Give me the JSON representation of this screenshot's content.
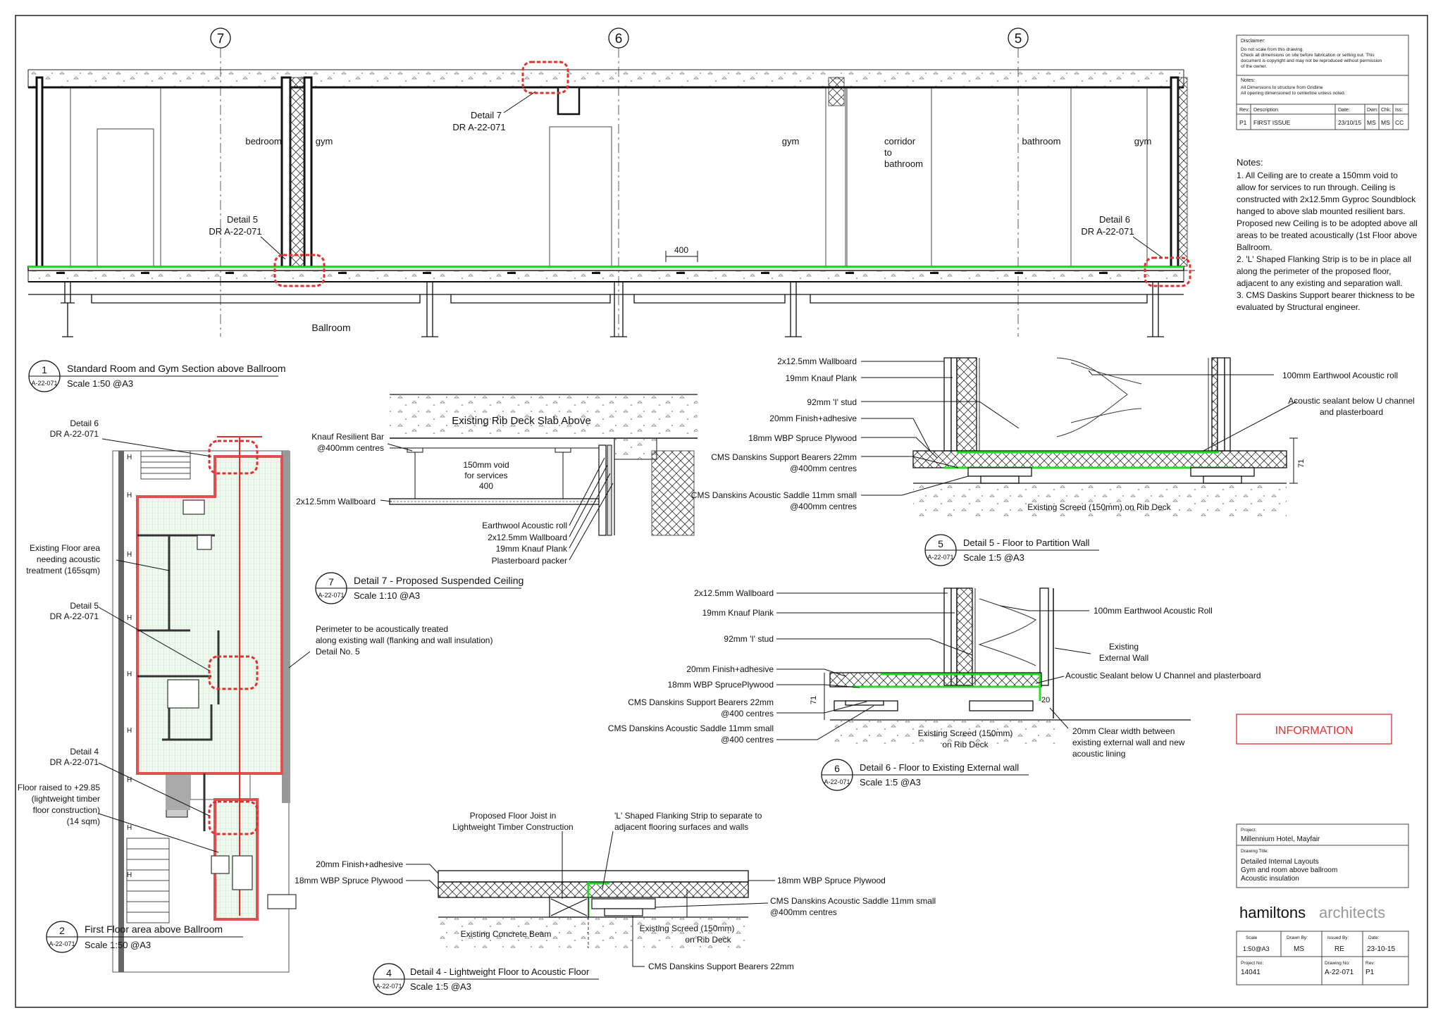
{
  "grid": {
    "left": "7",
    "middle": "6",
    "right": "5"
  },
  "section": {
    "rooms": [
      "bedroom",
      "gym",
      "gym",
      "corridor",
      "to",
      "bathroom",
      "bathroom",
      "gym"
    ],
    "detail7_ref": [
      "Detail 7",
      "DR A-22-071"
    ],
    "detail5_ref": [
      "Detail 5",
      "DR A-22-071"
    ],
    "detail6_ref": [
      "Detail 6",
      "DR A-22-071"
    ],
    "dimension": "400",
    "ballroom": "Ballroom"
  },
  "titles": {
    "t1": {
      "number": "1",
      "sheet": "A-22-071",
      "name": "Standard Room and Gym Section above Ballroom",
      "scale": "Scale 1:50 @A3"
    },
    "t2": {
      "number": "2",
      "sheet": "A-22-071",
      "name": "First Floor area above Ballroom",
      "scale": "Scale 1:50 @A3"
    },
    "t4": {
      "number": "4",
      "sheet": "A-22-071",
      "name": "Detail 4 - Lightweight Floor to Acoustic Floor",
      "scale": "Scale 1:5 @A3"
    },
    "t5": {
      "number": "5",
      "sheet": "A-22-071",
      "name": "Detail 5 - Floor to Partition Wall",
      "scale": "Scale 1:5 @A3"
    },
    "t6": {
      "number": "6",
      "sheet": "A-22-071",
      "name": "Detail 6 - Floor to Existing External wall",
      "scale": "Scale 1:5 @A3"
    },
    "t7": {
      "number": "7",
      "sheet": "A-22-071",
      "name": "Detail 7 - Proposed Suspended Ceiling",
      "scale": "Scale 1:10 @A3"
    }
  },
  "plan": {
    "detail6": [
      "Detail 6",
      "DR A-22-071"
    ],
    "existing_floor": [
      "Existing Floor area",
      "needing acoustic",
      "treatment (165sqm)"
    ],
    "detail5": [
      "Detail 5",
      "DR A-22-071"
    ],
    "detail4": [
      "Detail 4",
      "DR A-22-071"
    ],
    "floor_raised": [
      "Floor raised to +29.85",
      "(lightweight timber",
      "floor construction)",
      "(14 sqm)"
    ],
    "perimeter": [
      "Perimeter to be acoustically treated",
      "along existing wall (flanking and wall insulation)",
      "Detail No. 5"
    ]
  },
  "detail7": {
    "slab": "Existing Rib Deck Slab Above",
    "resilient_bar": [
      "Knauf Resilient Bar",
      "@400mm centres"
    ],
    "void": [
      "150mm void",
      "for services",
      "400"
    ],
    "wallboard_left": "2x12.5mm Wallboard",
    "labels": [
      "Earthwool Acoustic roll",
      "2x12.5mm Wallboard",
      "19mm Knauf Plank",
      "Plasterboard packer"
    ]
  },
  "detail5": {
    "left_labels": [
      "2x12.5mm Wallboard",
      "19mm Knauf Plank",
      "92mm 'I' stud",
      "20mm Finish+adhesive",
      "18mm WBP Spruce Plywood",
      "CMS Danskins Support Bearers 22mm",
      "@400mm centres",
      "CMS Danskins Acoustic Saddle 11mm small",
      "@400mm centres"
    ],
    "acoustic_roll": "100mm Earthwool Acoustic roll",
    "sealant": [
      "Acoustic sealant below U channel",
      "and plasterboard"
    ],
    "screed": "Existing Screed (150mm) on Rib Deck",
    "dim": "71"
  },
  "detail6": {
    "left_labels": [
      "2x12.5mm Wallboard",
      "19mm Knauf Plank",
      "92mm 'I' stud",
      "20mm Finish+adhesive",
      "18mm WBP SprucePlywood",
      "CMS Danskins Support Bearers 22mm",
      "@400 centres",
      "CMS Danskins Acoustic Saddle 11mm small",
      "@400 centres"
    ],
    "acoustic_roll": "100mm Earthwool Acoustic Roll",
    "external_wall": [
      "Existing",
      "External Wall"
    ],
    "sealant": "Acoustic Sealant below U Channel and plasterboard",
    "clear_width": [
      "20mm Clear width between",
      "existing external wall and new",
      "acoustic lining"
    ],
    "screed": [
      "Existing Screed (150mm)",
      "on Rib Deck"
    ],
    "dim_a": "71",
    "dim_b": "20"
  },
  "detail4": {
    "joist": [
      "Proposed Floor Joist in",
      "Lightweight Timber Construction"
    ],
    "flanking": [
      "'L' Shaped Flanking Strip to separate to",
      "adjacent flooring surfaces and walls"
    ],
    "finish": "20mm Finish+adhesive",
    "plywood_left": "18mm WBP Spruce Plywood",
    "plywood_right": "18mm WBP Spruce Plywood",
    "saddle": [
      "CMS Danskins Acoustic Saddle 11mm small",
      "@400mm centres"
    ],
    "beam": "Existing Concrete Beam",
    "screed": [
      "Existing Screed (150mm)",
      "on Rib Deck"
    ],
    "bearers": "CMS Danskins Support Bearers 22mm"
  },
  "notes": {
    "heading": "Notes:",
    "lines": [
      "1. All Ceiling are to create a 150mm void to",
      "allow for services to run through. Ceiling is",
      "constructed with 2x12.5mm Gyproc Soundblock",
      "hanged to above slab mounted resilient bars.",
      "Proposed new Ceiling is to be adopted above all",
      "areas to be treated acoustically (1st Floor above",
      "Ballroom.",
      "2. 'L' Shaped Flanking Strip is to be in place all",
      "along the perimeter of the proposed floor,",
      "adjacent to any existing and separation wall.",
      "3. CMS Daskins Support bearer thickness to be",
      "evaluated by Structural engineer."
    ]
  },
  "titleblock": {
    "disclaimer_label": "Disclaimer:",
    "disclaimer": [
      "Do not scale from this drawing.",
      "Check all dimensions on site before fabrication or setting out. This",
      "document is copyright and may not be reproduced without permission",
      "of the owner."
    ],
    "notes_label": "Notes:",
    "notes": [
      "All Dimensions to structure from Gridline",
      "All opening dimensioned to centerline unless noted."
    ],
    "rev_headers": [
      "Rev:",
      "Description",
      "Date:",
      "Dwn:",
      "Chk:",
      "Iss:"
    ],
    "rev_row": [
      "P1",
      "FIRST ISSUE",
      "23/10/15",
      "MS",
      "MS",
      "CC"
    ],
    "information": "INFORMATION",
    "project_label": "Project:",
    "project": "Millennium Hotel, Mayfair",
    "drawing_title_label": "Drawing Title:",
    "drawing_title": [
      "Detailed Internal Layouts",
      "Gym and room above ballroom",
      "Acoustic insulation"
    ],
    "brand_a": "hamiltons",
    "brand_b": "architects",
    "scale_label": "Scale",
    "scale": "1:50@A3",
    "drawn_label": "Drawn By:",
    "drawn": "MS",
    "issued_label": "Issued By:",
    "issued": "RE",
    "date_label": "Date:",
    "date": "23-10-15",
    "project_no_label": "Project No:",
    "project_no": "14041",
    "drawing_no_label": "Drawing No:",
    "drawing_no": "A-22-071",
    "rev_label": "Rev:",
    "rev": "P1"
  },
  "colors": {
    "green": "#22dd22",
    "red": "#e03030",
    "ink": "#111111"
  }
}
